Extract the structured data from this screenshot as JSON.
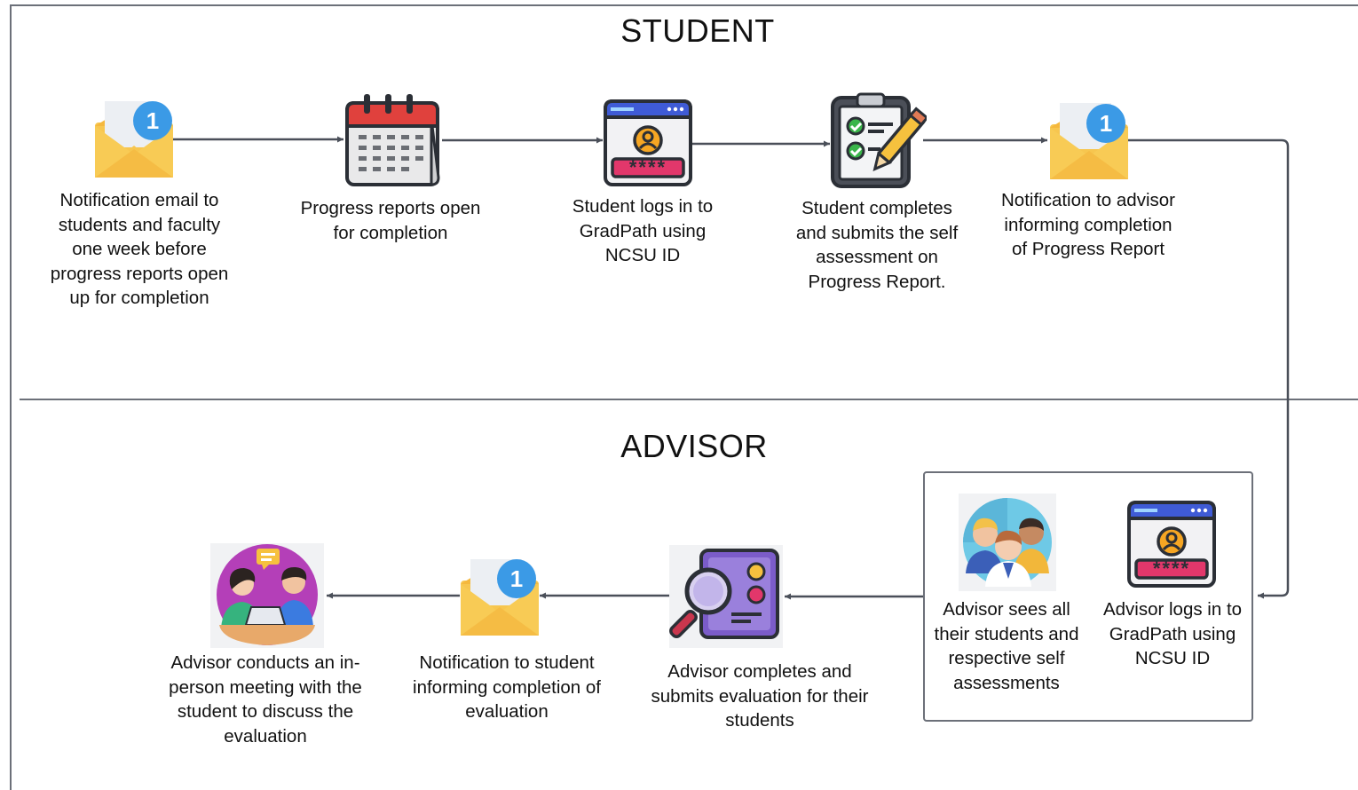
{
  "lanes": {
    "student": "STUDENT",
    "advisor": "ADVISOR"
  },
  "student_steps": [
    {
      "icon": "mail-notification-icon",
      "badge": "1",
      "label": "Notification email to students and faculty one week before progress reports open up for completion"
    },
    {
      "icon": "calendar-icon",
      "label": "Progress reports open for completion"
    },
    {
      "icon": "login-window-icon",
      "password_mask": "****",
      "label": "Student logs in to GradPath using NCSU ID"
    },
    {
      "icon": "clipboard-checklist-icon",
      "label": "Student completes and submits the self assessment on Progress Report."
    },
    {
      "icon": "mail-notification-icon",
      "badge": "1",
      "label": "Notification to advisor informing completion of Progress Report"
    }
  ],
  "advisor_steps": [
    {
      "icon": "login-window-icon",
      "password_mask": "****",
      "label": "Advisor logs in to GradPath using NCSU ID"
    },
    {
      "icon": "student-group-icon",
      "label": "Advisor sees all their students and respective self assessments"
    },
    {
      "icon": "magnifier-evaluation-icon",
      "label": "Advisor completes and submits evaluation for their students"
    },
    {
      "icon": "mail-notification-icon",
      "badge": "1",
      "label": "Notification to student informing completion of evaluation"
    },
    {
      "icon": "meeting-icon",
      "label": "Advisor conducts an in-person meeting with the student to discuss the evaluation"
    }
  ],
  "colors": {
    "line": "#4a4f59",
    "border": "#6c7079",
    "envelope": "#f7c64f",
    "badge": "#3b9ae6",
    "calendar_red": "#e0413d",
    "login_blue": "#3f5bd6",
    "login_pink": "#e2376b",
    "check_green": "#3ab54a",
    "pencil_yellow": "#f6c13e",
    "magnifier_purple": "#7b5cc9",
    "meeting_purple": "#b43fb8"
  }
}
